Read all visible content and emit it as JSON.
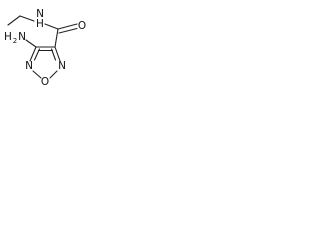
{
  "labels": {
    "amide_nh": "N",
    "amide_h": "H",
    "carbonyl_o": "O",
    "amine_h2n": "H",
    "amine_sub2": "2",
    "amine_n": "N",
    "ring_n_left": "N",
    "ring_n_right": "N",
    "ring_o": "O"
  },
  "colors": {
    "bond": "#222222",
    "text": "#111111",
    "background": "#ffffff"
  }
}
